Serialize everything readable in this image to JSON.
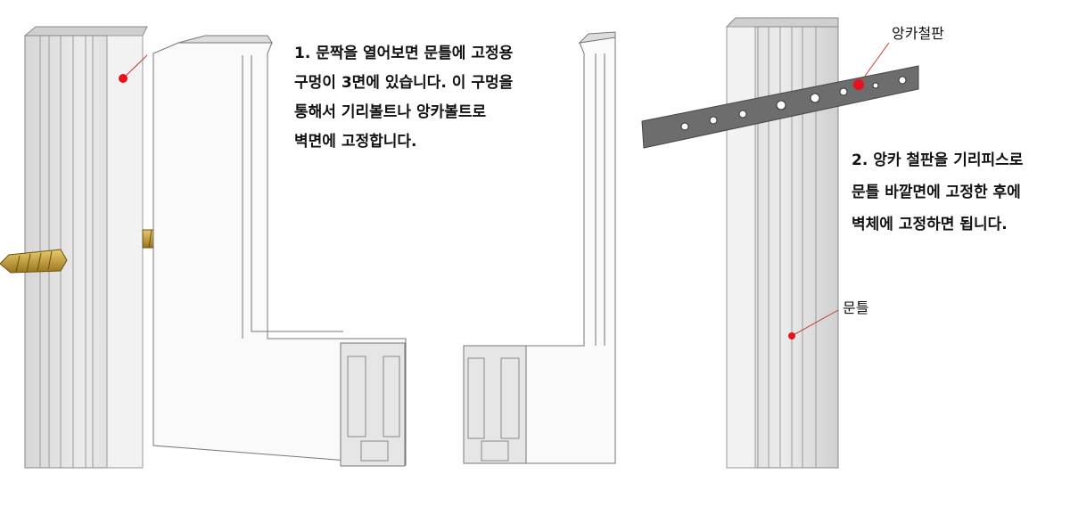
{
  "instructions": {
    "step1_lines": [
      "1. 문짝을 열어보면 문틀에 고정용",
      "구멍이 3면에 있습니다. 이 구멍을",
      "통해서 기리볼트나 앙카볼트로",
      "벽면에 고정합니다."
    ],
    "step2_lines": [
      "2. 앙카 철판을 기리피스로",
      "문틀 바깥면에 고정한 후에",
      "벽체에 고정하면 됩니다."
    ]
  },
  "labels": {
    "anchor_plate": "앙카철판",
    "door_frame": "문틀"
  },
  "colors": {
    "marker": "#e8121c",
    "plate": "#6d6d6d",
    "frame": "#e4e4e4",
    "screw": "#c9a23a"
  }
}
